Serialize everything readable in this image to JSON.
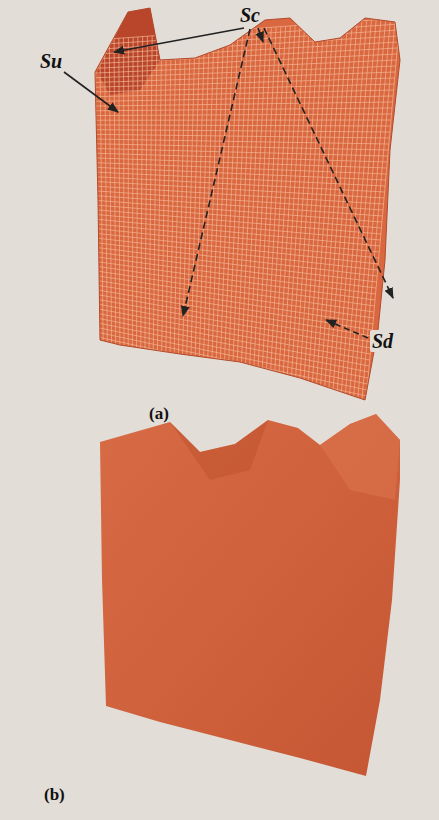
{
  "diagram": {
    "labels": [
      "Sc",
      "Su",
      "Sd",
      "(a)",
      "(b)"
    ]
  }
}
